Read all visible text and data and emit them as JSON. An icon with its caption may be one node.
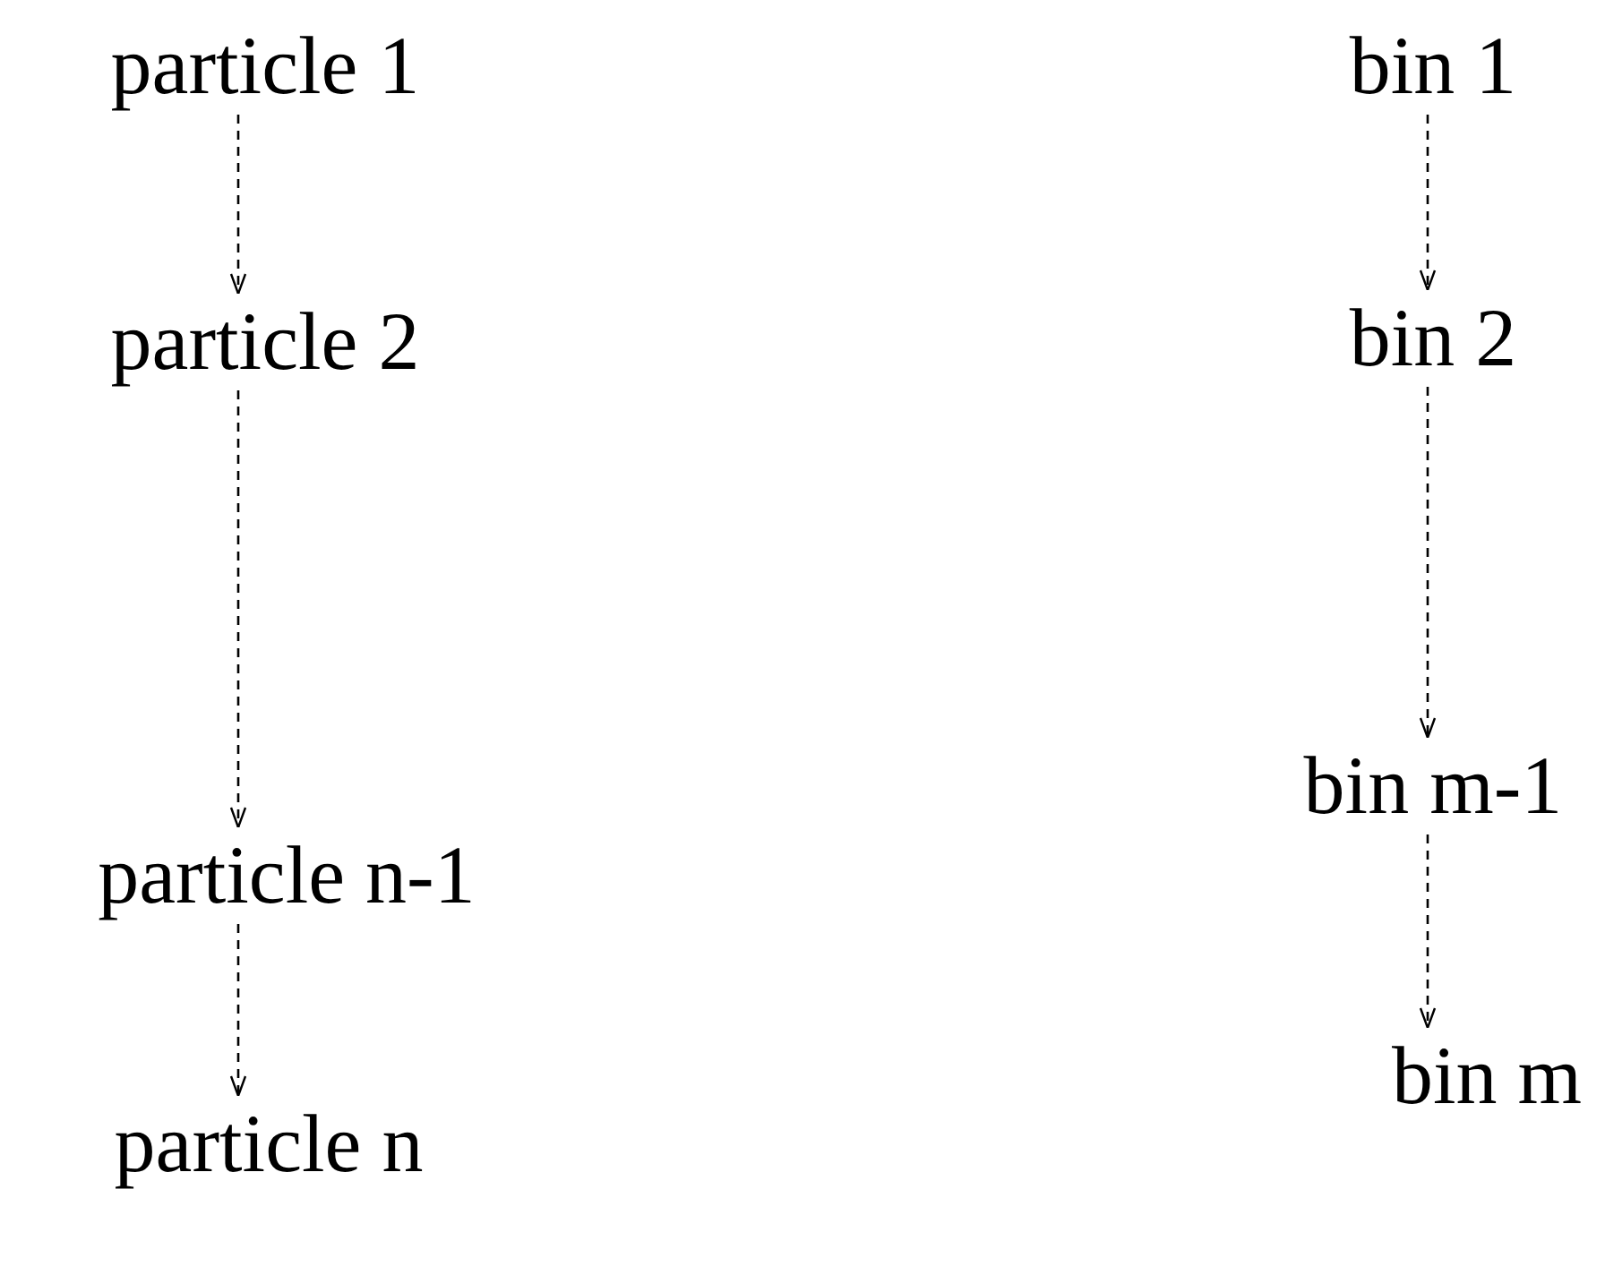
{
  "diagram": {
    "nodes": [
      {
        "text": [
          "particle 1"
        ]
      },
      {
        "text": [
          "particle 2"
        ]
      },
      {
        "text": [
          "particle n-1"
        ]
      },
      {
        "text": [
          "particle n"
        ]
      },
      {
        "text": [
          "bin 1"
        ]
      },
      {
        "text": [
          "bin 2"
        ]
      },
      {
        "text": [
          "bin m-1"
        ]
      },
      {
        "text": [
          "bin m"
        ]
      }
    ],
    "edges": [
      {
        "from": 0,
        "to": 1,
        "arrow": "to",
        "style": "dashed"
      },
      {
        "from": 1,
        "to": 2,
        "arrow": "to",
        "style": "dashed"
      },
      {
        "from": 2,
        "to": 3,
        "arrow": "to",
        "style": "dashed"
      },
      {
        "from": 4,
        "to": 5,
        "arrow": "to",
        "style": "dashed"
      },
      {
        "from": 5,
        "to": 6,
        "arrow": "to",
        "style": "dashed"
      },
      {
        "from": 6,
        "to": 7,
        "arrow": "to",
        "style": "dashed"
      }
    ]
  }
}
